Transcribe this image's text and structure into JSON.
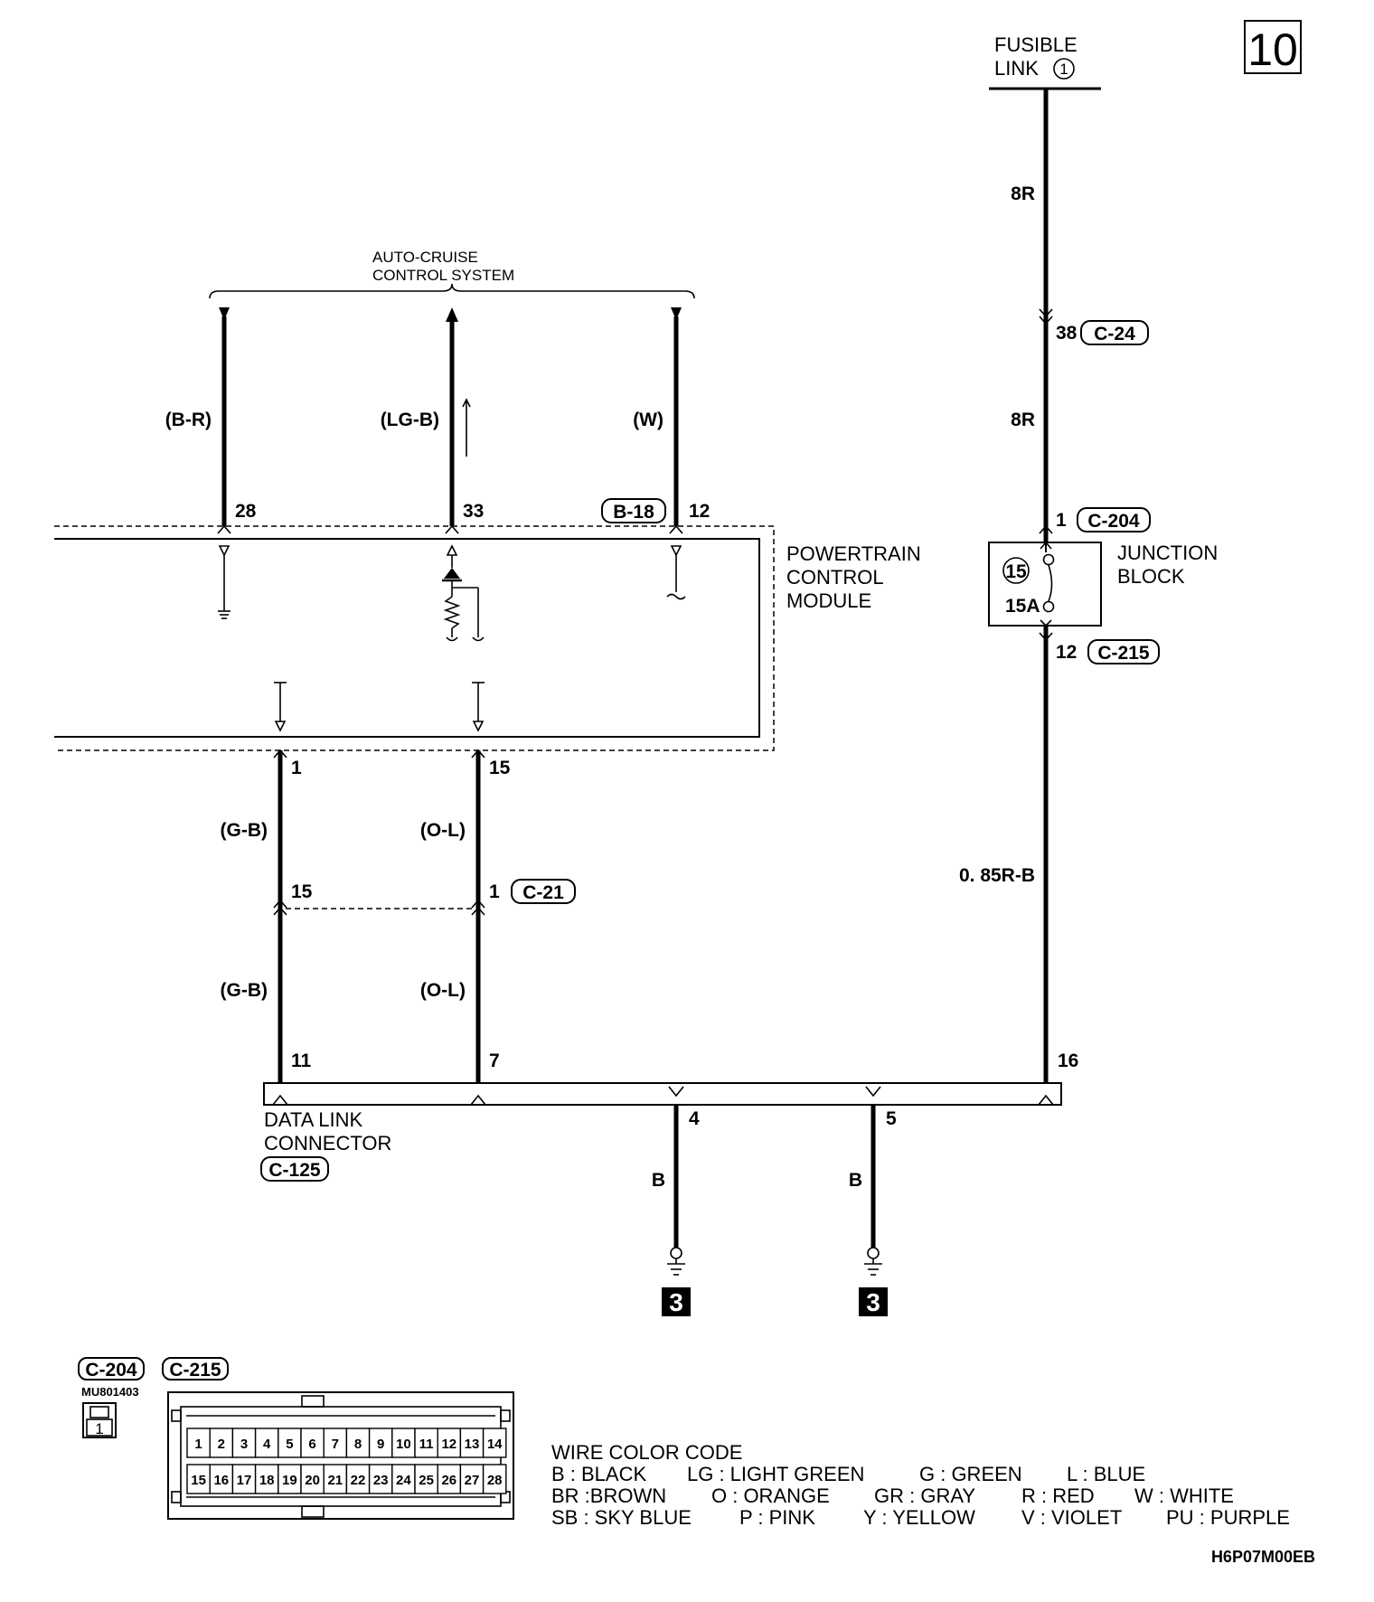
{
  "page_number": "10",
  "fusible_link": {
    "line1": "FUSIBLE",
    "line2": "LINK",
    "number": "1"
  },
  "auto_cruise": {
    "line1": "AUTO-CRUISE",
    "line2": "CONTROL SYSTEM"
  },
  "pcm": {
    "line1": "POWERTRAIN",
    "line2": "CONTROL",
    "line3": "MODULE",
    "connector": "B-18"
  },
  "junction_block": {
    "line1": "JUNCTION",
    "line2": "BLOCK",
    "fuse_number": "15",
    "fuse_rating": "15A"
  },
  "dlc": {
    "line1": "DATA LINK",
    "line2": "CONNECTOR",
    "connector": "C-125"
  },
  "wires": {
    "br": "(B-R)",
    "lgb": "(LG-B)",
    "w": "(W)",
    "gb_upper": "(G-B)",
    "ol_upper": "(O-L)",
    "gb_lower": "(G-B)",
    "ol_lower": "(O-L)",
    "r8_upper": "8R",
    "r8_lower": "8R",
    "rb": "0. 85R-B",
    "b1": "B",
    "b2": "B"
  },
  "pins": {
    "p28": "28",
    "p33": "33",
    "p12_pcm": "12",
    "p1_pcm": "1",
    "p15_pcm": "15",
    "p15_c21": "15",
    "p1_c21": "1",
    "p11": "11",
    "p7": "7",
    "p4": "4",
    "p5": "5",
    "p16": "16",
    "p38": "38",
    "p1_c204": "1",
    "p12_c215": "12"
  },
  "connectors": {
    "c24": "C-24",
    "c204": "C-204",
    "c215": "C-215",
    "c21": "C-21"
  },
  "ground_ref": "3",
  "legend_connectors": {
    "c204": "C-204",
    "c215": "C-215",
    "part_number": "MU801403",
    "single_pin": "1",
    "top_row": [
      "1",
      "2",
      "3",
      "4",
      "5",
      "6",
      "7",
      "8",
      "9",
      "10",
      "11",
      "12",
      "13",
      "14"
    ],
    "bottom_row": [
      "15",
      "16",
      "17",
      "18",
      "19",
      "20",
      "21",
      "22",
      "23",
      "24",
      "25",
      "26",
      "27",
      "28"
    ]
  },
  "wire_color_code": {
    "title": "WIRE COLOR CODE",
    "row1": [
      {
        "text": "B : BLACK"
      },
      {
        "text": "LG : LIGHT GREEN"
      },
      {
        "text": "G : GREEN"
      },
      {
        "text": "L : BLUE"
      }
    ],
    "row2": [
      {
        "text": "BR :BROWN"
      },
      {
        "text": "O : ORANGE"
      },
      {
        "text": "GR : GRAY"
      },
      {
        "text": "R : RED"
      },
      {
        "text": "W : WHITE"
      }
    ],
    "row3": [
      {
        "text": "SB : SKY BLUE"
      },
      {
        "text": "P : PINK"
      },
      {
        "text": "Y : YELLOW"
      },
      {
        "text": "V : VIOLET"
      },
      {
        "text": "PU : PURPLE"
      }
    ]
  },
  "drawing_code": "H6P07M00EB"
}
